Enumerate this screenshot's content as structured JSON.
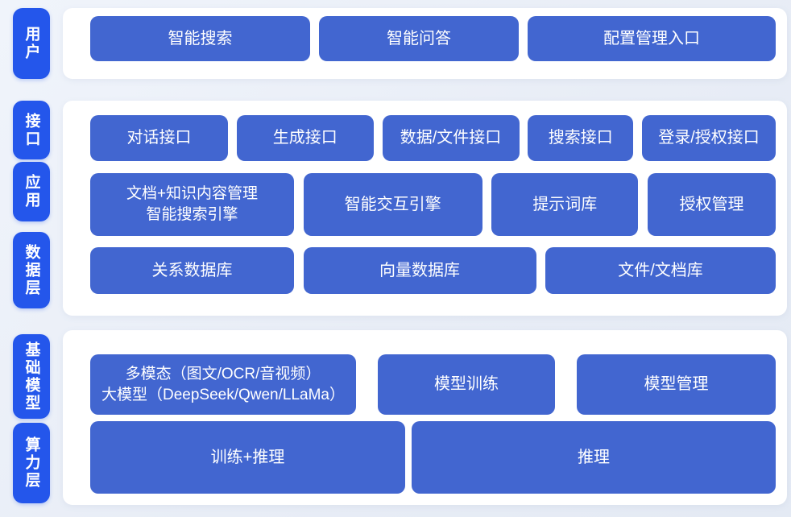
{
  "colors": {
    "block_blue": "#4266d0",
    "label_blue": "#2456eb",
    "panel_white": "#ffffff",
    "page_bg": "#e9eef6",
    "text_white": "#ffffff"
  },
  "layers": {
    "user": {
      "label": "用户",
      "buttons": [
        {
          "label": "智能搜索"
        },
        {
          "label": "智能问答"
        },
        {
          "label": "配置管理入口"
        }
      ]
    },
    "interface": {
      "label": "接口",
      "buttons": [
        {
          "label": "对话接口"
        },
        {
          "label": "生成接口"
        },
        {
          "label": "数据/文件接口"
        },
        {
          "label": "搜索接口"
        },
        {
          "label": "登录/授权接口"
        }
      ]
    },
    "application": {
      "label": "应用",
      "buttons": [
        {
          "lines": [
            "文档+知识内容管理",
            "智能搜索引擎"
          ]
        },
        {
          "label": "智能交互引擎"
        },
        {
          "label": "提示词库"
        },
        {
          "label": "授权管理"
        }
      ]
    },
    "data": {
      "label": "数据层",
      "buttons": [
        {
          "label": "关系数据库"
        },
        {
          "label": "向量数据库"
        },
        {
          "label": "文件/文档库"
        }
      ]
    },
    "foundation_model": {
      "label": "基础模型",
      "buttons": [
        {
          "lines": [
            "多模态（图文/OCR/音视频）",
            "大模型（DeepSeek/Qwen/LLaMa）"
          ]
        },
        {
          "label": "模型训练"
        },
        {
          "label": "模型管理"
        }
      ]
    },
    "compute": {
      "label": "算力层",
      "buttons": [
        {
          "label": "训练+推理"
        },
        {
          "label": "推理"
        }
      ]
    }
  }
}
